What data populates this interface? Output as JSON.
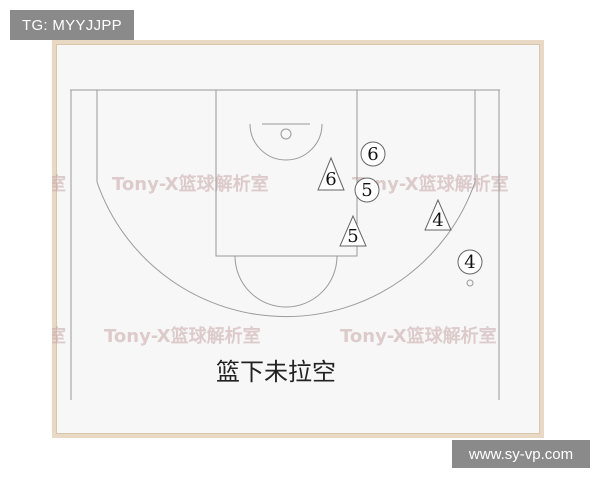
{
  "tg_badge": "TG: MYYJJPP",
  "site_badge": "www.sy-vp.com",
  "watermark": "Tony-X篮球解析室",
  "caption": "篮下未拉空",
  "players": [
    {
      "id": "offense-6",
      "shape": "circle",
      "label": "6"
    },
    {
      "id": "defense-6",
      "shape": "triangle",
      "label": "6"
    },
    {
      "id": "offense-5",
      "shape": "circle",
      "label": "5"
    },
    {
      "id": "defense-5",
      "shape": "triangle",
      "label": "5"
    },
    {
      "id": "defense-4",
      "shape": "triangle",
      "label": "4"
    },
    {
      "id": "offense-4",
      "shape": "circle",
      "label": "4"
    }
  ],
  "colors": {
    "frame": "#e8d8c4",
    "paper": "#f7f7f7",
    "lines": "#9a9a9a",
    "badge": "#8a8a8a"
  }
}
